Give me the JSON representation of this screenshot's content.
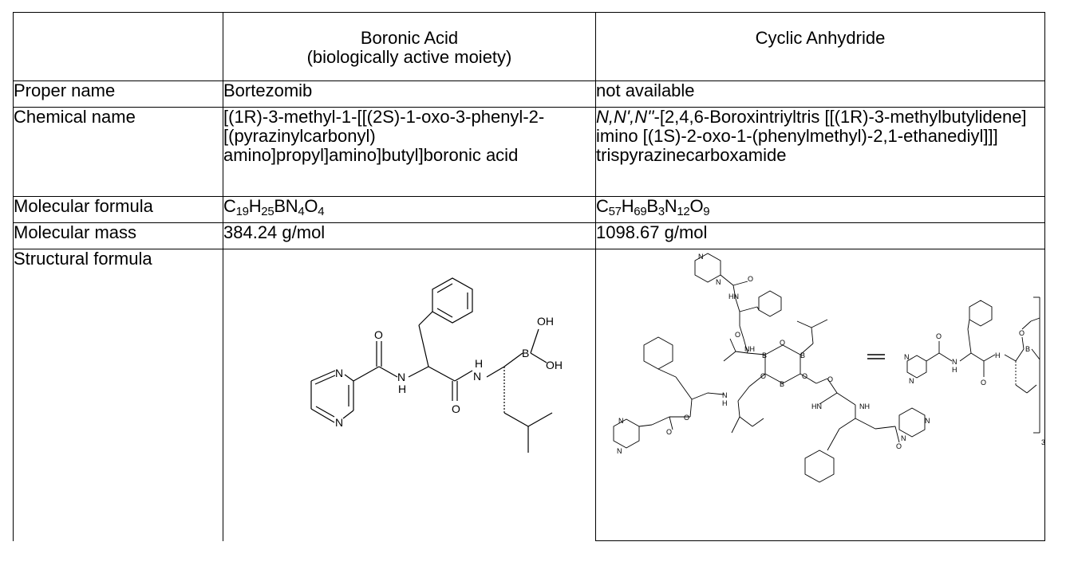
{
  "header": {
    "col1": "",
    "col2_line1": "Boronic Acid",
    "col2_line2": "(biologically active moiety)",
    "col3": "Cyclic Anhydride"
  },
  "rows": {
    "proper_name": {
      "label": "Proper name",
      "boronic": "Bortezomib",
      "anhydride": "not available"
    },
    "chemical_name": {
      "label": "Chemical name",
      "boronic": "[(1R)-3-methyl-1-[[(2S)-1-oxo-3-phenyl-2-[(pyrazinylcarbonyl) amino]propyl]amino]butyl]boronic acid",
      "anhydride_italic": "N,N',N''",
      "anhydride_rest": "-[2,4,6-Boroxintriyltris [[(1R)-3-methylbutylidene] imino [(1S)-2-oxo-1-(phenylmethyl)-2,1-ethanediyl]]] trispyrazinecarboxamide"
    },
    "molecular_formula": {
      "label": "Molecular formula",
      "boronic": {
        "C": "C",
        "C_n": "19",
        "H": "H",
        "H_n": "25",
        "B": "B",
        "N": "N",
        "N_n": "4",
        "O": "O",
        "O_n": "4"
      },
      "anhydride": {
        "C": "C",
        "C_n": "57",
        "H": "H",
        "H_n": "69",
        "B": "B",
        "B_n": "3",
        "N": "N",
        "N_n": "12",
        "O": "O",
        "O_n": "9"
      }
    },
    "molecular_mass": {
      "label": "Molecular mass",
      "boronic": "384.24 g/mol",
      "anhydride": "1098.67 g/mol"
    },
    "structural_formula": {
      "label": "Structural formula",
      "atoms": {
        "O": "O",
        "N": "N",
        "H": "H",
        "HN": "HN",
        "NH": "NH",
        "B": "B",
        "OH": "OH",
        "bracket_sub": "3"
      }
    }
  }
}
